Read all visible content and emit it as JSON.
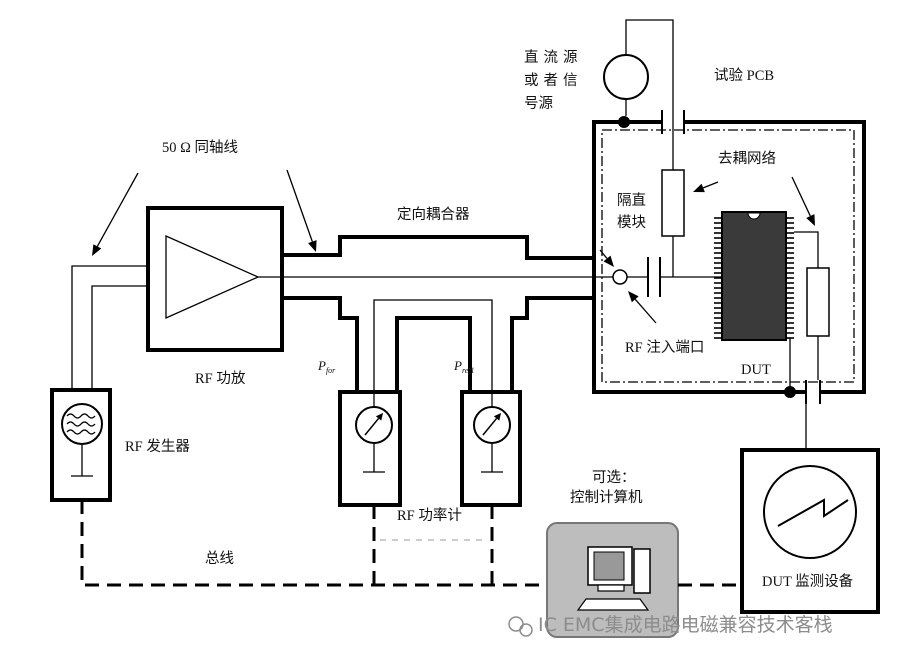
{
  "labels": {
    "dc_source_lines": [
      "直流源",
      "或者信",
      "号源"
    ],
    "test_pcb": "试验 PCB",
    "coax": "50 Ω 同轴线",
    "decoupling_network": "去耦网络",
    "dc_block_lines": [
      "隔直",
      "模块"
    ],
    "directional_coupler": "定向耦合器",
    "rf_injection_port": "RF 注入端口",
    "dut": "DUT",
    "rf_amplifier": "RF 功放",
    "rf_generator": "RF 发生器",
    "p_for": {
      "main": "P",
      "sub": "for"
    },
    "p_ref": {
      "main": "P",
      "sub": "ref1"
    },
    "optional": "可选：",
    "control_computer": "控制计算机",
    "rf_power_meter": "RF 功率计",
    "bus": "总线",
    "dut_monitor": "DUT 监测设备"
  },
  "watermark": "IC EMC集成电路电磁兼容技术客栈",
  "colors": {
    "line": "#000000",
    "computer_panel": "#bdbdbd",
    "dut_body": "#3a3a3a",
    "watermark": "#8c8c8c"
  }
}
